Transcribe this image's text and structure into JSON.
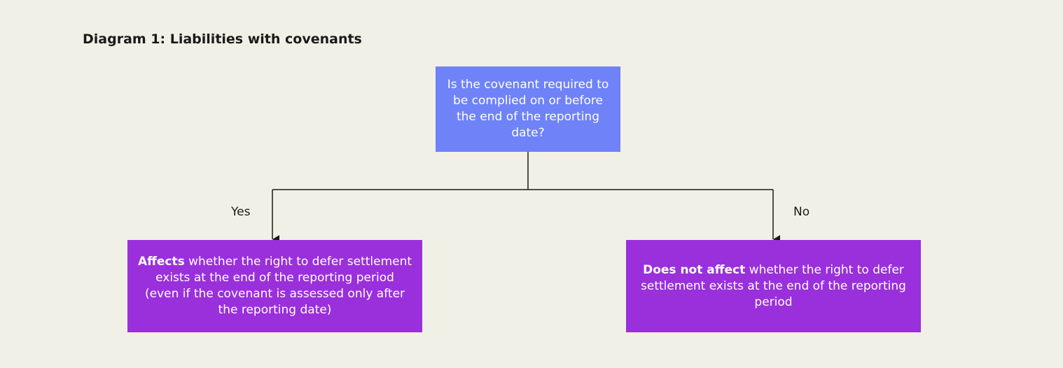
{
  "title": "Diagram 1: Liabilities with covenants",
  "question": "Is the covenant required to be complied on or before the end of the reporting date?",
  "branches": {
    "yes": {
      "label": "Yes",
      "outcome_bold": "Affects",
      "outcome_text": " whether the right to defer settlement exists at the end of the reporting period (even if the covenant is assessed only after the reporting date)"
    },
    "no": {
      "label": "No",
      "outcome_bold": "Does not affect",
      "outcome_text": " whether the right to defer settlement exists at the end of the reporting period"
    }
  },
  "colors": {
    "background": "#f1f0e6",
    "question_box": "#6f82f7",
    "outcome_box": "#9a2fdc",
    "connector": "#1a1a1a"
  }
}
